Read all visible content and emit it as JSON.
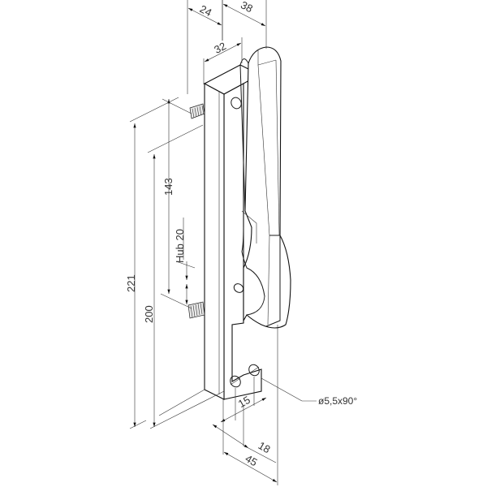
{
  "drawing": {
    "title": "Isometric technical drawing of a door lock striker / latch plate with lever",
    "dimensions": {
      "width_24": "24",
      "depth_38": "38",
      "width_32": "32",
      "height_143": "143",
      "hub_20": "Hub 20",
      "height_221": "221",
      "height_200": "200",
      "hole_spacing_15": "15",
      "offset_18": "18",
      "base_45": "45"
    },
    "notes": {
      "countersink": "ø5,5x90°"
    },
    "colors": {
      "line": "#1a1a1a",
      "background": "#ffffff"
    }
  }
}
